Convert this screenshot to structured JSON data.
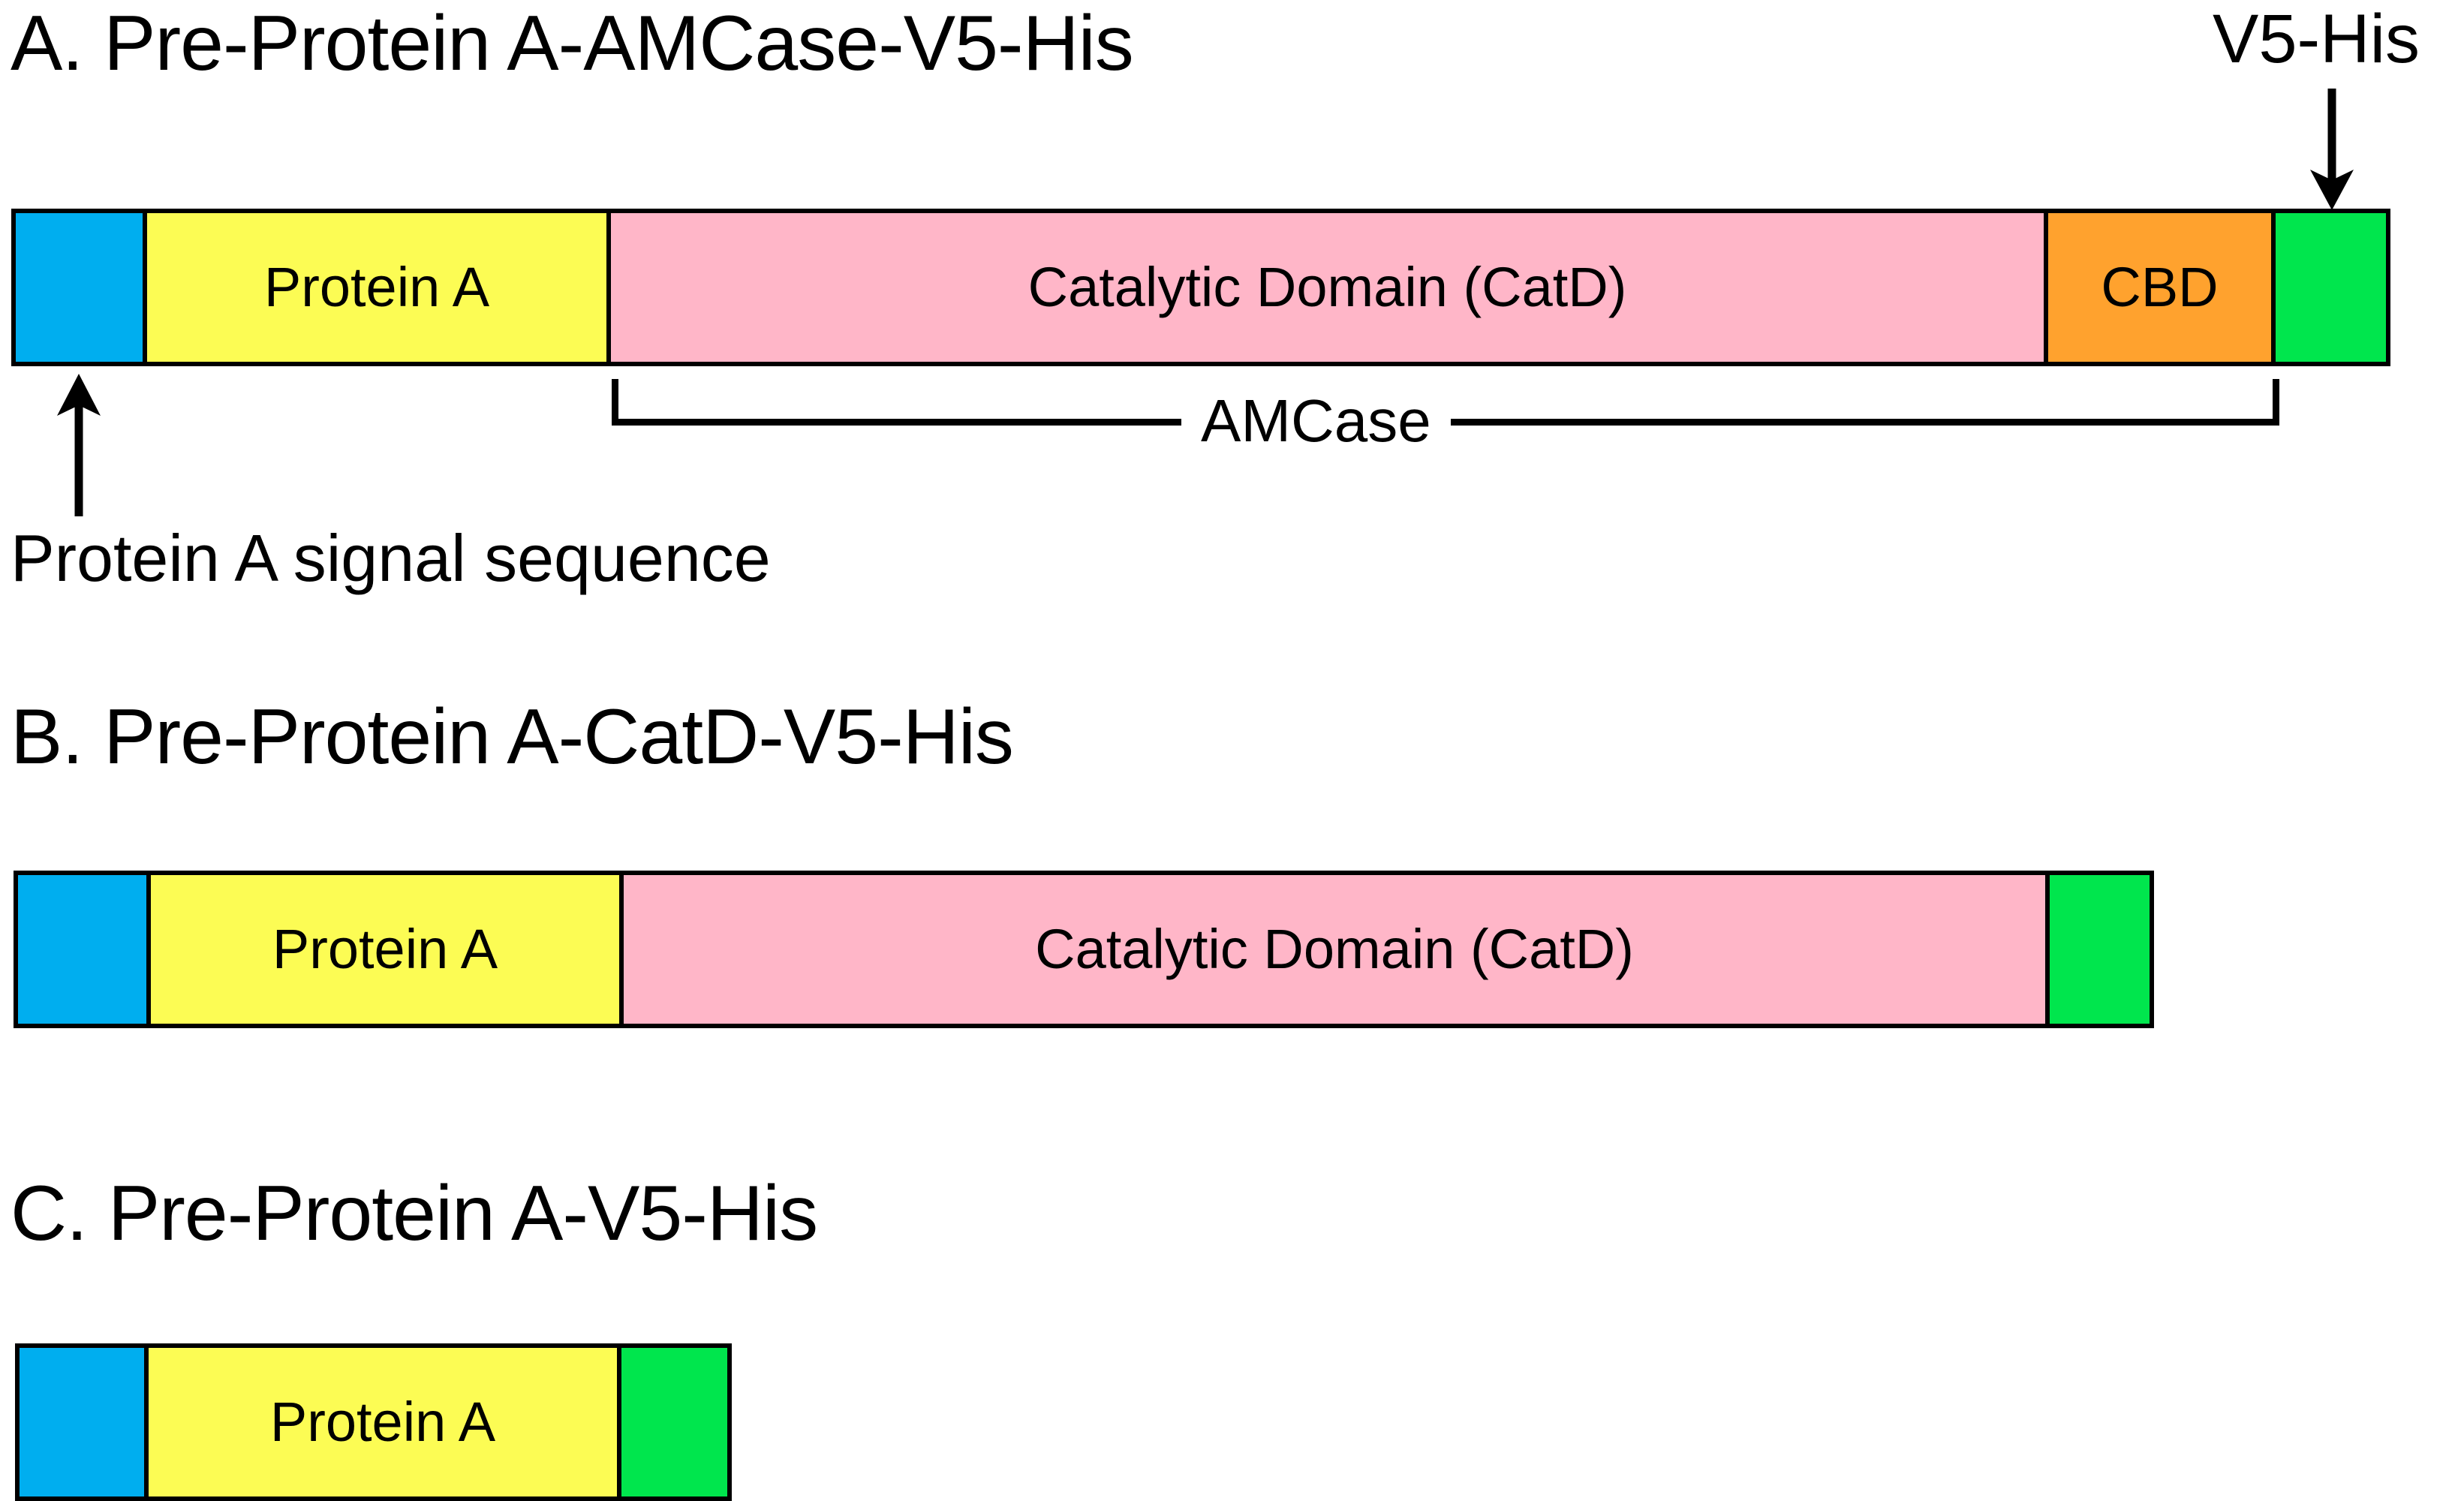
{
  "colors": {
    "signal_sequence": "#00AEEF",
    "protein_a": "#FCFC54",
    "catalytic_domain": "#FFB6C8",
    "cbd": "#FFA22E",
    "v5_his": "#00E64D",
    "outline": "#000000",
    "background": "#FFFFFF"
  },
  "panels": [
    {
      "id": "A",
      "title": "A. Pre-Protein A-AMCase-V5-His",
      "segments": [
        {
          "name": "signal-sequence",
          "label": "",
          "color_key": "signal_sequence"
        },
        {
          "name": "protein-a",
          "label": "Protein A",
          "color_key": "protein_a"
        },
        {
          "name": "catalytic-domain",
          "label": "Catalytic Domain (CatD)",
          "color_key": "catalytic_domain"
        },
        {
          "name": "cbd",
          "label": "CBD",
          "color_key": "cbd"
        },
        {
          "name": "v5-his",
          "label": "",
          "color_key": "v5_his"
        }
      ],
      "annotations": {
        "v5_his_tag": "V5-His",
        "signal_sequence_note": "Protein A signal sequence",
        "bracket_label": "AMCase"
      }
    },
    {
      "id": "B",
      "title": "B. Pre-Protein A-CatD-V5-His",
      "segments": [
        {
          "name": "signal-sequence",
          "label": "",
          "color_key": "signal_sequence"
        },
        {
          "name": "protein-a",
          "label": "Protein A",
          "color_key": "protein_a"
        },
        {
          "name": "catalytic-domain",
          "label": "Catalytic Domain (CatD)",
          "color_key": "catalytic_domain"
        },
        {
          "name": "v5-his",
          "label": "",
          "color_key": "v5_his"
        }
      ]
    },
    {
      "id": "C",
      "title": "C. Pre-Protein A-V5-His",
      "segments": [
        {
          "name": "signal-sequence",
          "label": "",
          "color_key": "signal_sequence"
        },
        {
          "name": "protein-a",
          "label": "Protein A",
          "color_key": "protein_a"
        },
        {
          "name": "v5-his",
          "label": "",
          "color_key": "v5_his"
        }
      ]
    }
  ]
}
